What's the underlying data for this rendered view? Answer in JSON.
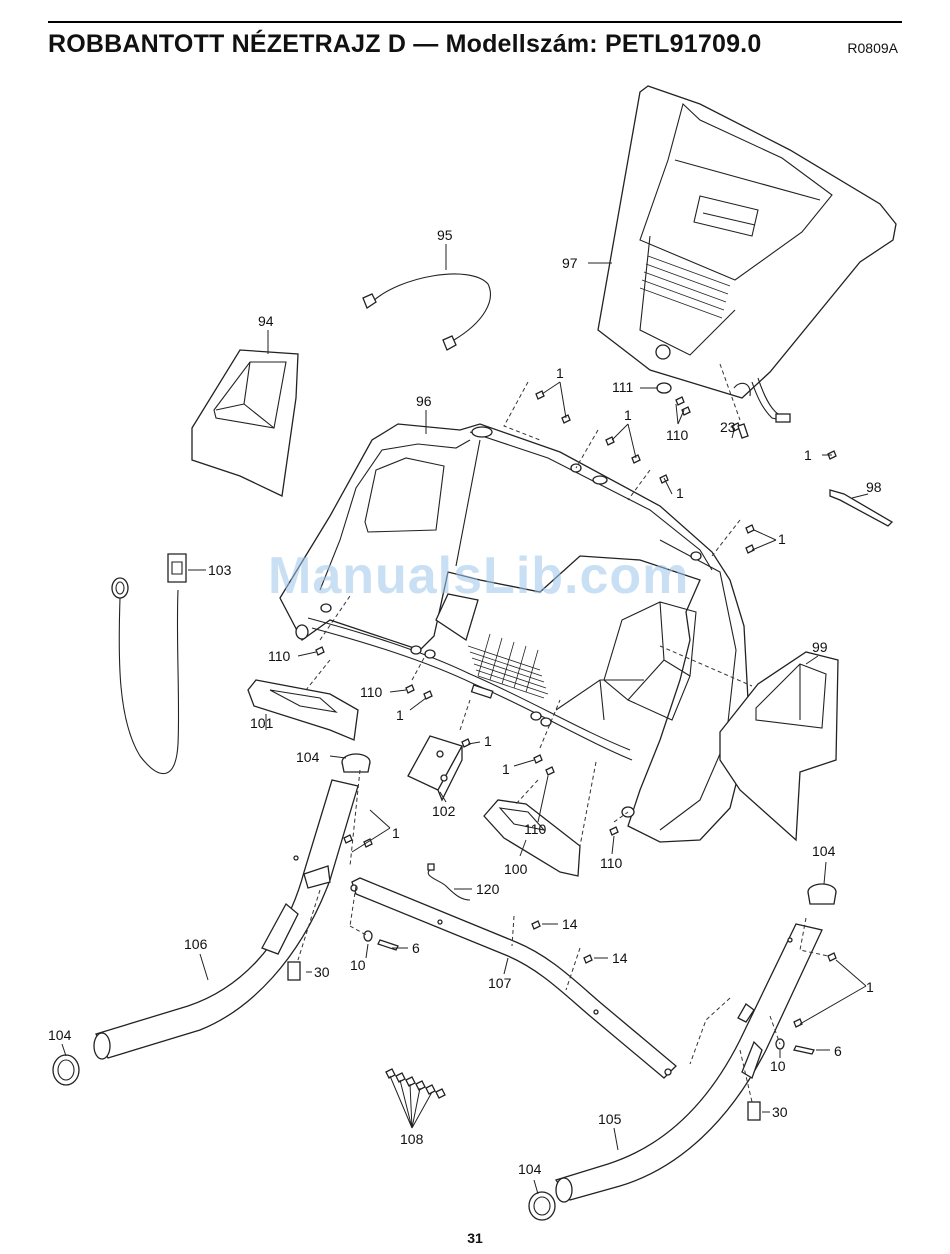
{
  "header": {
    "title": "ROBBANTOTT NÉZETRAJZ D — Modellszám: PETL91709.0",
    "ref_code": "R0809A"
  },
  "watermark": "ManualsLib.com",
  "page_number": "31",
  "labels": {
    "l95": "95",
    "l94": "94",
    "l97": "97",
    "l96": "96",
    "l1a": "1",
    "l111": "111",
    "l110a": "110",
    "l1b": "1",
    "l23": "23",
    "l1c": "1",
    "l1d": "1",
    "l98": "98",
    "l1e": "1",
    "l103": "103",
    "l110b": "110",
    "l110c": "110",
    "l1f": "1",
    "l99": "99",
    "l101": "101",
    "l104a": "104",
    "l1g": "1",
    "l102": "102",
    "l1h": "1",
    "l110d": "110",
    "l1i": "1",
    "l100": "100",
    "l110e": "110",
    "l104b": "104",
    "l120": "120",
    "l106": "106",
    "l14a": "14",
    "l10a": "10",
    "l6a": "6",
    "l30a": "30",
    "l14b": "14",
    "l107": "107",
    "l1j": "1",
    "l104c": "104",
    "l6b": "6",
    "l10b": "10",
    "l30b": "30",
    "l108": "108",
    "l105": "105",
    "l104d": "104"
  }
}
